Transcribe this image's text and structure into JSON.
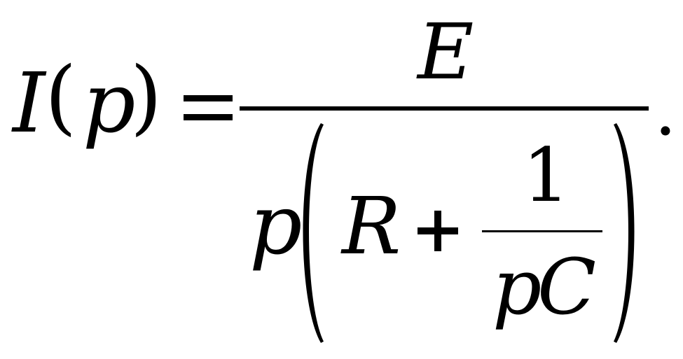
{
  "formula": {
    "lhs_func": "I",
    "lhs_open": "(",
    "lhs_var": "p",
    "lhs_close": ")",
    "equals": "=",
    "numerator": "E",
    "den_var": "p",
    "den_R": "R",
    "den_plus": "+",
    "inner_numerator": "1",
    "inner_den_p": "p",
    "inner_den_C": "C",
    "trailing_period": "."
  }
}
